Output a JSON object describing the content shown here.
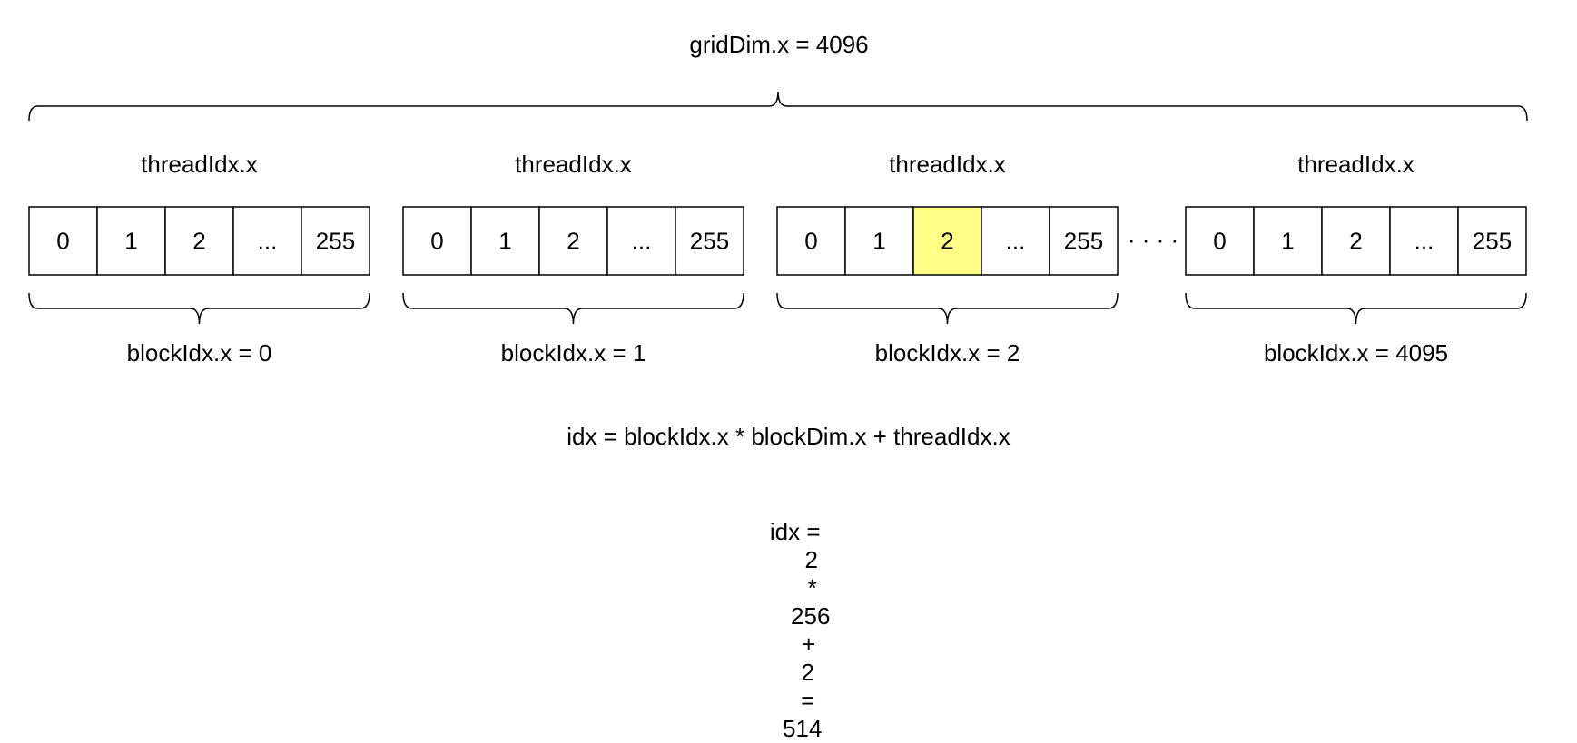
{
  "grid": {
    "label": "gridDim.x = 4096"
  },
  "blocks": [
    {
      "thread_label": "threadIdx.x",
      "cells": [
        "0",
        "1",
        "2",
        "...",
        "255"
      ],
      "block_label": "blockIdx.x = 0",
      "highlight": -1
    },
    {
      "thread_label": "threadIdx.x",
      "cells": [
        "0",
        "1",
        "2",
        "...",
        "255"
      ],
      "block_label": "blockIdx.x = 1",
      "highlight": -1
    },
    {
      "thread_label": "threadIdx.x",
      "cells": [
        "0",
        "1",
        "2",
        "...",
        "255"
      ],
      "block_label": "blockIdx.x = 2",
      "highlight": 2
    },
    {
      "thread_label": "threadIdx.x",
      "cells": [
        "0",
        "1",
        "2",
        "...",
        "255"
      ],
      "block_label": "blockIdx.x = 4095",
      "highlight": -1
    }
  ],
  "ellipsis": "· · · ·",
  "colors": {
    "highlight": "#ffff88",
    "cell": "#ffffff",
    "stroke": "#000000"
  },
  "formula": {
    "line1": "idx = blockIdx.x * blockDim.x + threadIdx.x",
    "line2": {
      "prefix": "idx =",
      "block": "2",
      "times": "*",
      "dim": "256",
      "plus": "+",
      "thread": "2",
      "equals": "=",
      "result": "514"
    }
  }
}
